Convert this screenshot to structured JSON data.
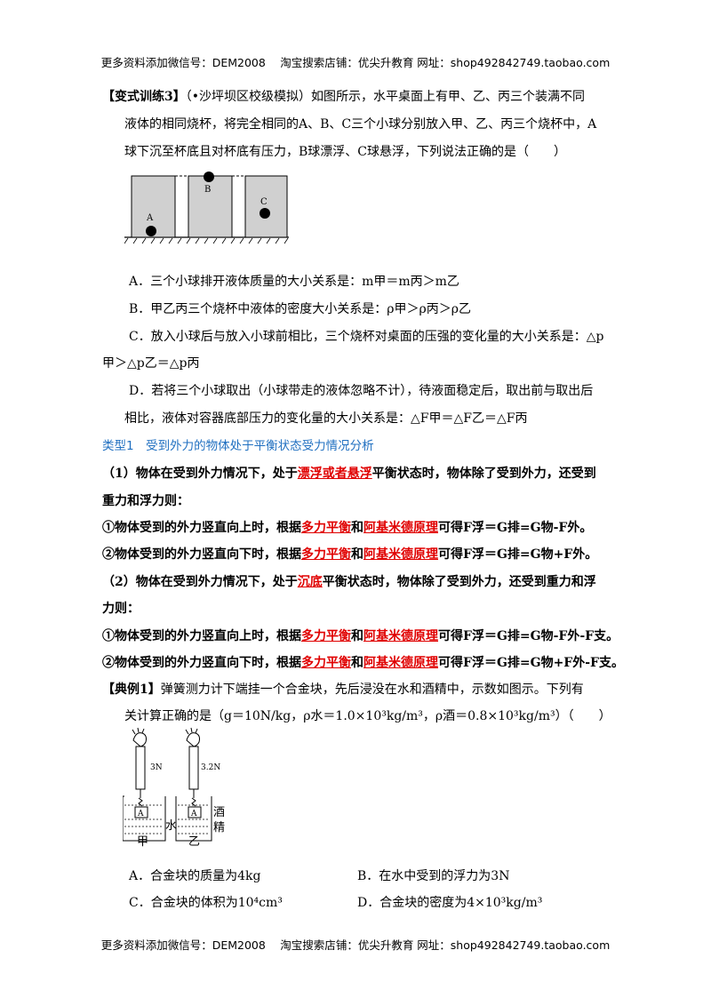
{
  "header": {
    "text": "更多资料添加微信号：DEM2008　 淘宝搜索店铺：优尖升教育  网址：shop492842749.taobao.com"
  },
  "footer": {
    "text": "更多资料添加微信号：DEM2008　 淘宝搜索店铺：优尖升教育  网址：shop492842749.taobao.com"
  },
  "exercise": {
    "label": "【变式训练3】",
    "line1": "（•沙坪坝区校级模拟）如图所示，水平桌面上有甲、乙、丙三个装满不同",
    "line2": "液体的相同烧杯，将完全相同的A、B、C三个小球分别放入甲、乙、丙三个烧杯中，A",
    "line3": "球下沉至杯底且对杯底有压力，B球漂浮、C球悬浮，下列说法正确的是（　　）",
    "fig_labels": {
      "a": "A",
      "b": "B",
      "c": "C"
    },
    "optA": "A．三个小球排开液体质量的大小关系是：m甲＝m丙＞m乙",
    "optB": "B．甲乙丙三个烧杯中液体的密度大小关系是：ρ甲＞ρ丙＞ρ乙",
    "optC1": "C．放入小球后与放入小球前相比，三个烧杯对桌面的压强的变化量的大小关系是：△p",
    "optC2": "甲＞△p乙＝△p丙",
    "optD1": "D．若将三个小球取出（小球带走的液体忽略不计），待液面稳定后，取出前与取出后",
    "optD2": "相比，液体对容器底部压力的变化量的大小关系是：△F甲＝△F乙＝△F丙"
  },
  "type1": {
    "title": "类型1　受到外力的物体处于平衡状态受力情况分析",
    "s1a": "（1）物体在受到外力情况下，处于",
    "s1red": "漂浮或者悬浮",
    "s1b": "平衡状态时，物体除了受到外力，还受到",
    "s1c": "重力和浮力则：",
    "r1a": "①物体受到的外力竖直向上时，根据",
    "r1red1": "多力平衡",
    "r1and": "和",
    "r1red2": "阿基米德原理",
    "r1b": "可得F浮＝G排=G物-F外。",
    "r2a": "②物体受到的外力竖直向下时，根据",
    "r2b": "可得F浮＝G排=G物+F外。",
    "s2a": "（2）物体在受到外力情况下，处于",
    "s2red": "沉底",
    "s2b": "平衡状态时，物体除了受到外力，还受到重力和浮",
    "s2c": "力则：",
    "r3b": "可得F浮＝G排=G物-F外-F支。",
    "r4b": "可得F浮＝G排=G物+F外-F支。"
  },
  "example": {
    "label": "【典例1】",
    "line1": "弹簧测力计下端挂一个合金块，先后浸没在水和酒精中，示数如图示。下列有",
    "line2": "关计算正确的是（g＝10N/kg，ρ水＝1.0×10³kg/m³，ρ酒＝0.8×10³kg/m³）（　　）",
    "fig": {
      "left_reading": "3N",
      "right_reading": "3.2N",
      "block": "A",
      "water": "水",
      "alcohol1": "酒",
      "alcohol2": "精",
      "jia": "甲",
      "yi": "乙"
    },
    "optA": "A．合金块的质量为4kg",
    "optB": "B．在水中受到的浮力为3N",
    "optC": "C．合金块的体积为10⁴cm³",
    "optD": "D．合金块的密度为4×10³kg/m³"
  }
}
